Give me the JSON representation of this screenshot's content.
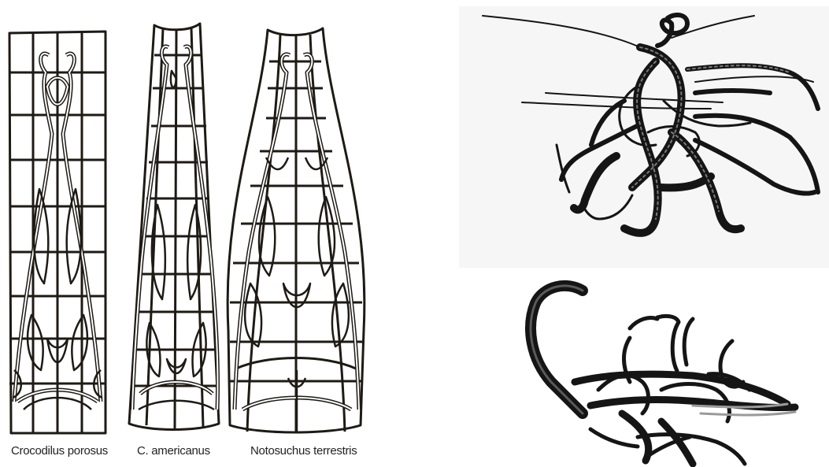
{
  "captions": {
    "skull_1": "Crocodilus porosus",
    "skull_2": "C. americanus",
    "skull_3": "Notosuchus terrestris"
  }
}
